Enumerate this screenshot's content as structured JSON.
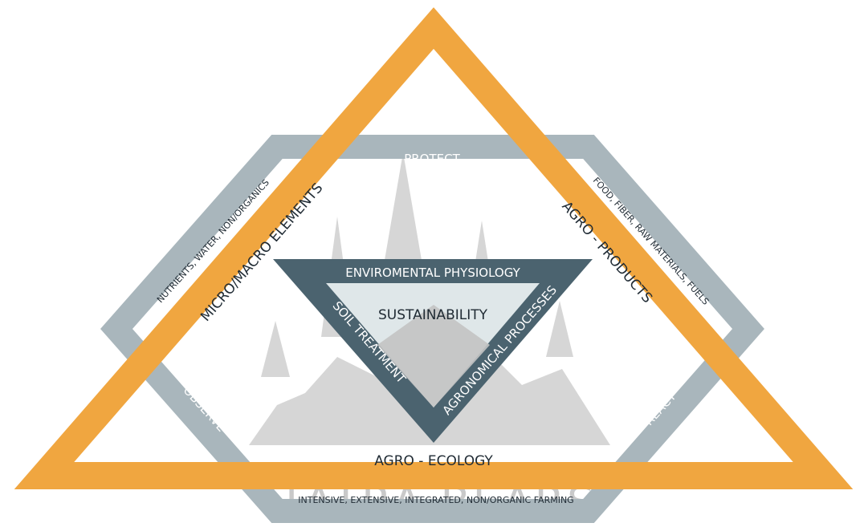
{
  "watermark": "TATRA BEARS",
  "hexagon": {
    "top": "PROTECT",
    "left_lower": "OBSERVE",
    "right_lower": "REACT",
    "left_upper": "NUTRIENTS, WATER, NON/ORGANICS",
    "right_upper": "FOOD, FIBER, RAW MATERIALS, FUELS",
    "bottom": "INTENSIVE, EXTENSIVE, INTEGRATED, NON/ORGANIC FARMING"
  },
  "outer_triangle": {
    "left": "MICRO/MACRO ELEMENTS",
    "right": "AGRO - PRODUCTS",
    "bottom": "AGRO - ECOLOGY"
  },
  "inner_triangle": {
    "top": "ENVIROMENTAL PHYSIOLOGY",
    "left": "SOIL TREATMENT",
    "right": "AGRONOMICAL PROCESSES",
    "center": "SUSTAINABILITY"
  },
  "colors": {
    "orange": "#f0a640",
    "hexagon": "#a9b6bc",
    "inner_dark": "#4b636f",
    "inner_light": "#dfe7e9",
    "mountain": "#d6d6d6"
  }
}
